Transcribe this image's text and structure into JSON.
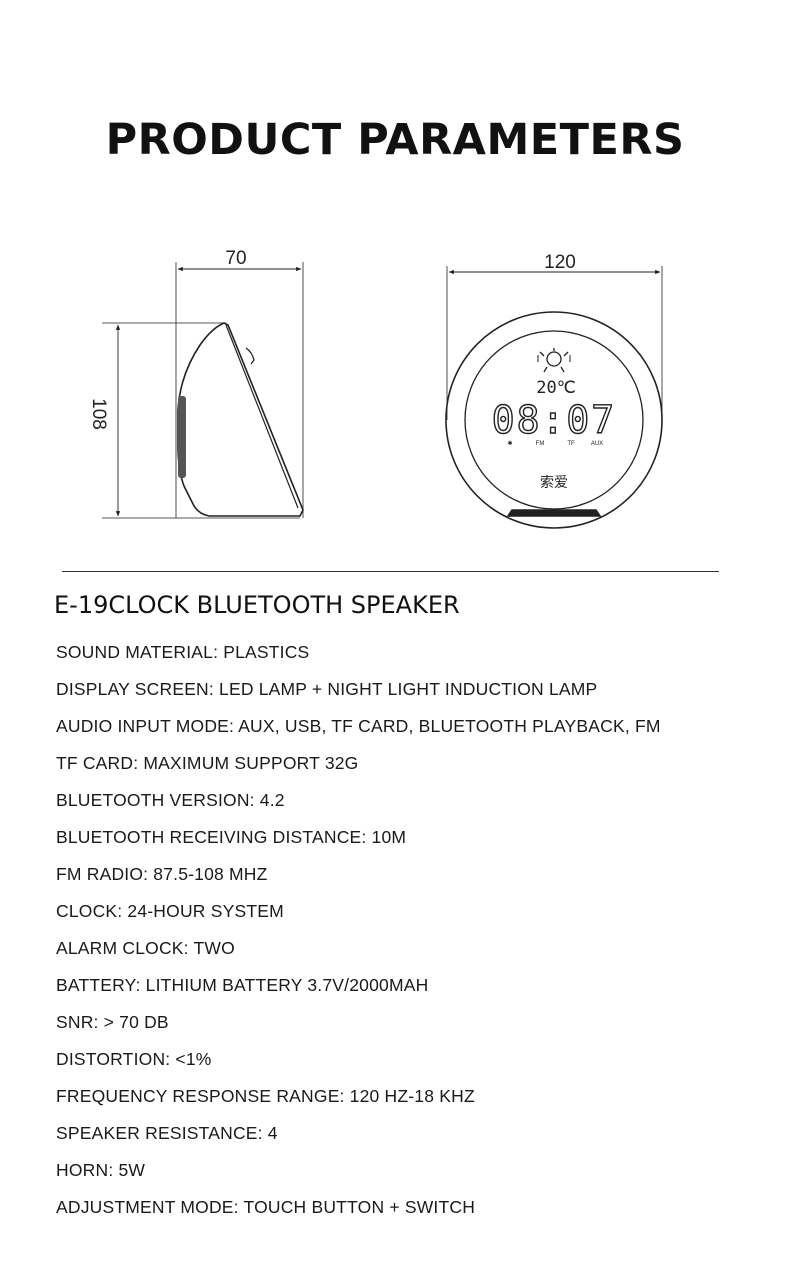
{
  "page": {
    "title": "PRODUCT PARAMETERS"
  },
  "drawing": {
    "side_width": "70",
    "side_height": "108",
    "front_width": "120",
    "display_time": "08:07",
    "display_temp": "20℃",
    "indicator_labels": [
      "✱",
      "FM",
      "TF",
      "AUX"
    ],
    "brand_mark": "索爱"
  },
  "model_title": "E-19CLOCK BLUETOOTH SPEAKER",
  "specs": [
    "SOUND MATERIAL: PLASTICS",
    "DISPLAY SCREEN: LED LAMP + NIGHT LIGHT INDUCTION LAMP",
    "AUDIO INPUT MODE: AUX, USB, TF CARD, BLUETOOTH PLAYBACK, FM",
    "TF CARD: MAXIMUM SUPPORT 32G",
    "BLUETOOTH VERSION: 4.2",
    "BLUETOOTH RECEIVING DISTANCE: 10M",
    "FM RADIO: 87.5-108 MHZ",
    "CLOCK: 24-HOUR SYSTEM",
    "ALARM CLOCK: TWO",
    "BATTERY: LITHIUM BATTERY 3.7V/2000MAH",
    "SNR: > 70 DB",
    "DISTORTION: <1%",
    "FREQUENCY RESPONSE RANGE: 120 HZ-18 KHZ",
    "SPEAKER RESISTANCE: 4",
    "HORN: 5W",
    "ADJUSTMENT MODE: TOUCH BUTTON + SWITCH"
  ]
}
